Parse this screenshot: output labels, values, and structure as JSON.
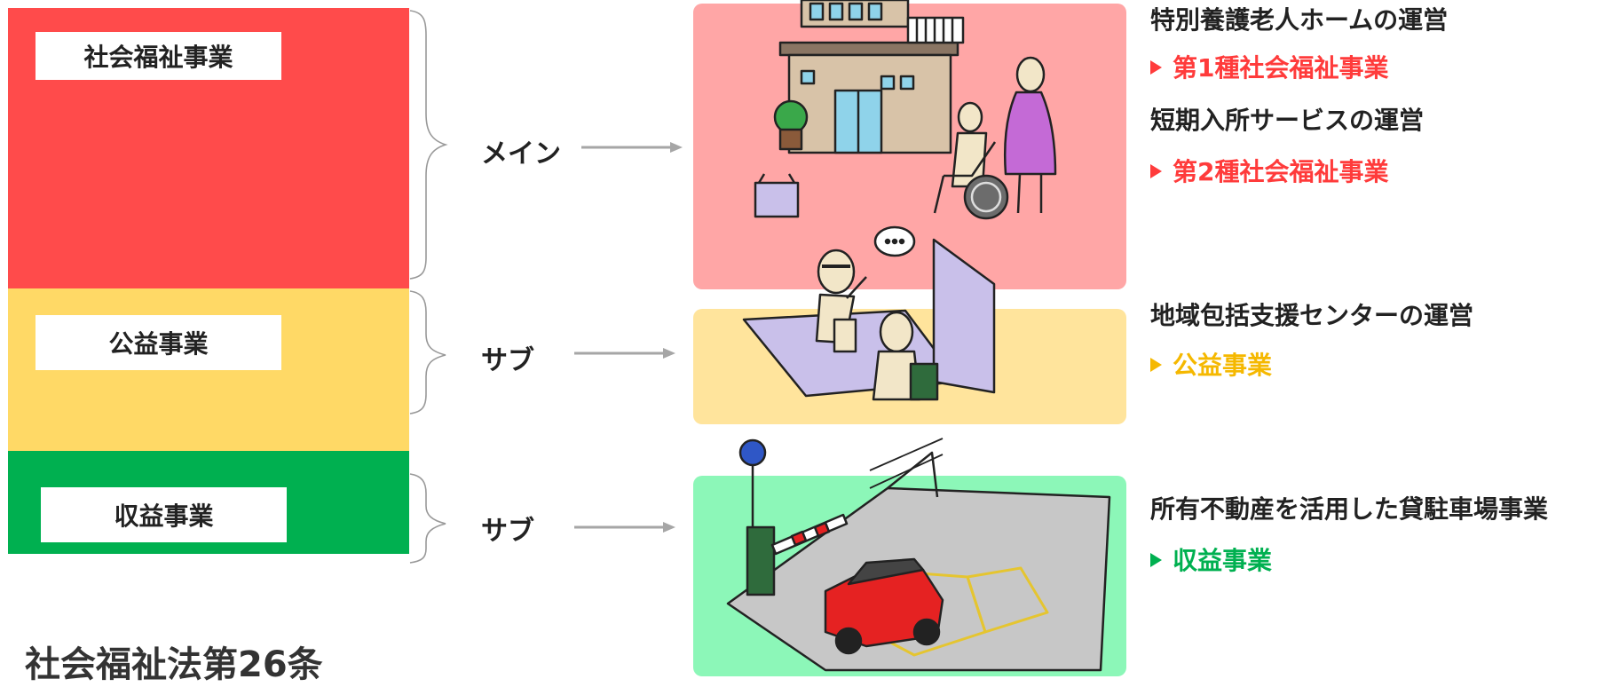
{
  "left_column": {
    "bands": [
      {
        "label": "社会福祉事業",
        "role": "メイン",
        "color": "#ff4b4b"
      },
      {
        "label": "公益事業",
        "role": "サブ",
        "color": "#ffd966"
      },
      {
        "label": "収益事業",
        "role": "サブ",
        "color": "#00b050"
      }
    ]
  },
  "panels": {
    "colors": [
      "#ffa6a6",
      "#ffe49c",
      "#8cf7b8"
    ]
  },
  "descriptions": {
    "social_welfare": {
      "line1": "特別養護老人ホームの運営",
      "line2": "第1種社会福祉事業",
      "line3": "短期入所サービスの運営",
      "line4": "第2種社会福祉事業",
      "accent": "#ff3b3b"
    },
    "public_interest": {
      "line1": "地域包括支援センターの運営",
      "line2": "公益事業",
      "accent": "#f5b800"
    },
    "profit": {
      "line1": "所有不動産を活用した貸駐車場事業",
      "line2": "収益事業",
      "accent": "#00b050"
    }
  },
  "footer": {
    "law": "社会福祉法第26条"
  }
}
